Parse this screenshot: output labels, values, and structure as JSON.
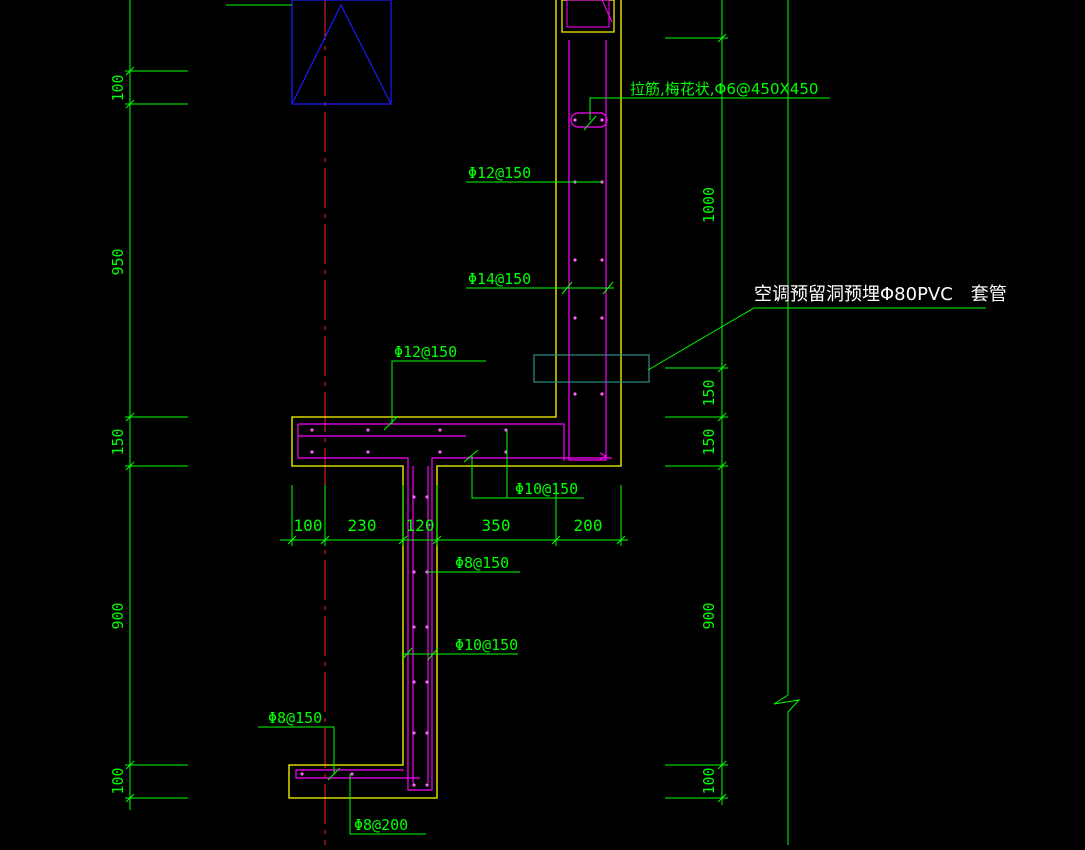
{
  "colors": {
    "background": "#000000",
    "dimension": "#00ff00",
    "concrete_outline": "#ffff00",
    "rebar": "#ff00ff",
    "rebar_dots": "#ff60ff",
    "window": "#1a1aff",
    "axis": "#ff2020",
    "sleeve": "#2e8b8b",
    "white": "#ffffff"
  },
  "left_dims": [
    "100",
    "950",
    "150",
    "900",
    "100"
  ],
  "right_dims": [
    "1000",
    "150",
    "150",
    "900",
    "100"
  ],
  "horizontal_dims": [
    "100",
    "230",
    "120",
    "350",
    "200"
  ],
  "rebar_labels": {
    "tie": "拉筋,梅花状,Φ6@450X450",
    "wall_h": "Φ12@150",
    "wall_v": "Φ14@150",
    "slab_top": "Φ12@150",
    "slab_bottom": "Φ10@150",
    "stem_h": "Φ8@150",
    "stem_v": "Φ10@150",
    "bottom_slab_h": "Φ8@150",
    "bottom_slab_v": "Φ8@200"
  },
  "sleeve_note": "空调预留洞预埋Φ80PVC　套管"
}
